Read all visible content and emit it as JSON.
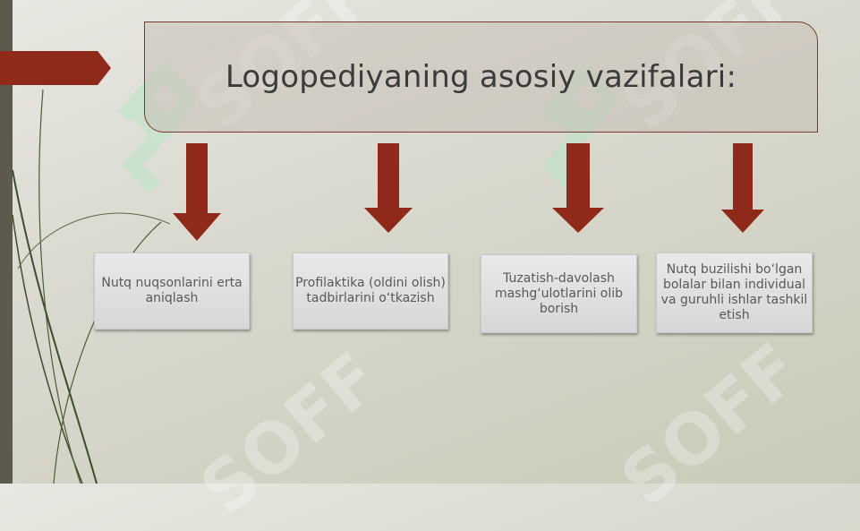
{
  "title": "Logopediyaning asosiy vazifalari:",
  "tasks": [
    "Nutq nuqsonlarini erta aniqlash",
    "Profilaktika (oldini olish) tadbirlarini o‘tkazish",
    "Tuzatish-davolash mashg‘ulotlarini olib borish",
    "Nutq buzilishi bo‘lgan bolalar bilan individual va guruhli ishlar tashkil etish"
  ],
  "watermark_text": "SOFF",
  "colors": {
    "accent": "#8f2a1a",
    "sidebar": "#5c5a4c",
    "watermark_logo": "#b9e6c6"
  }
}
